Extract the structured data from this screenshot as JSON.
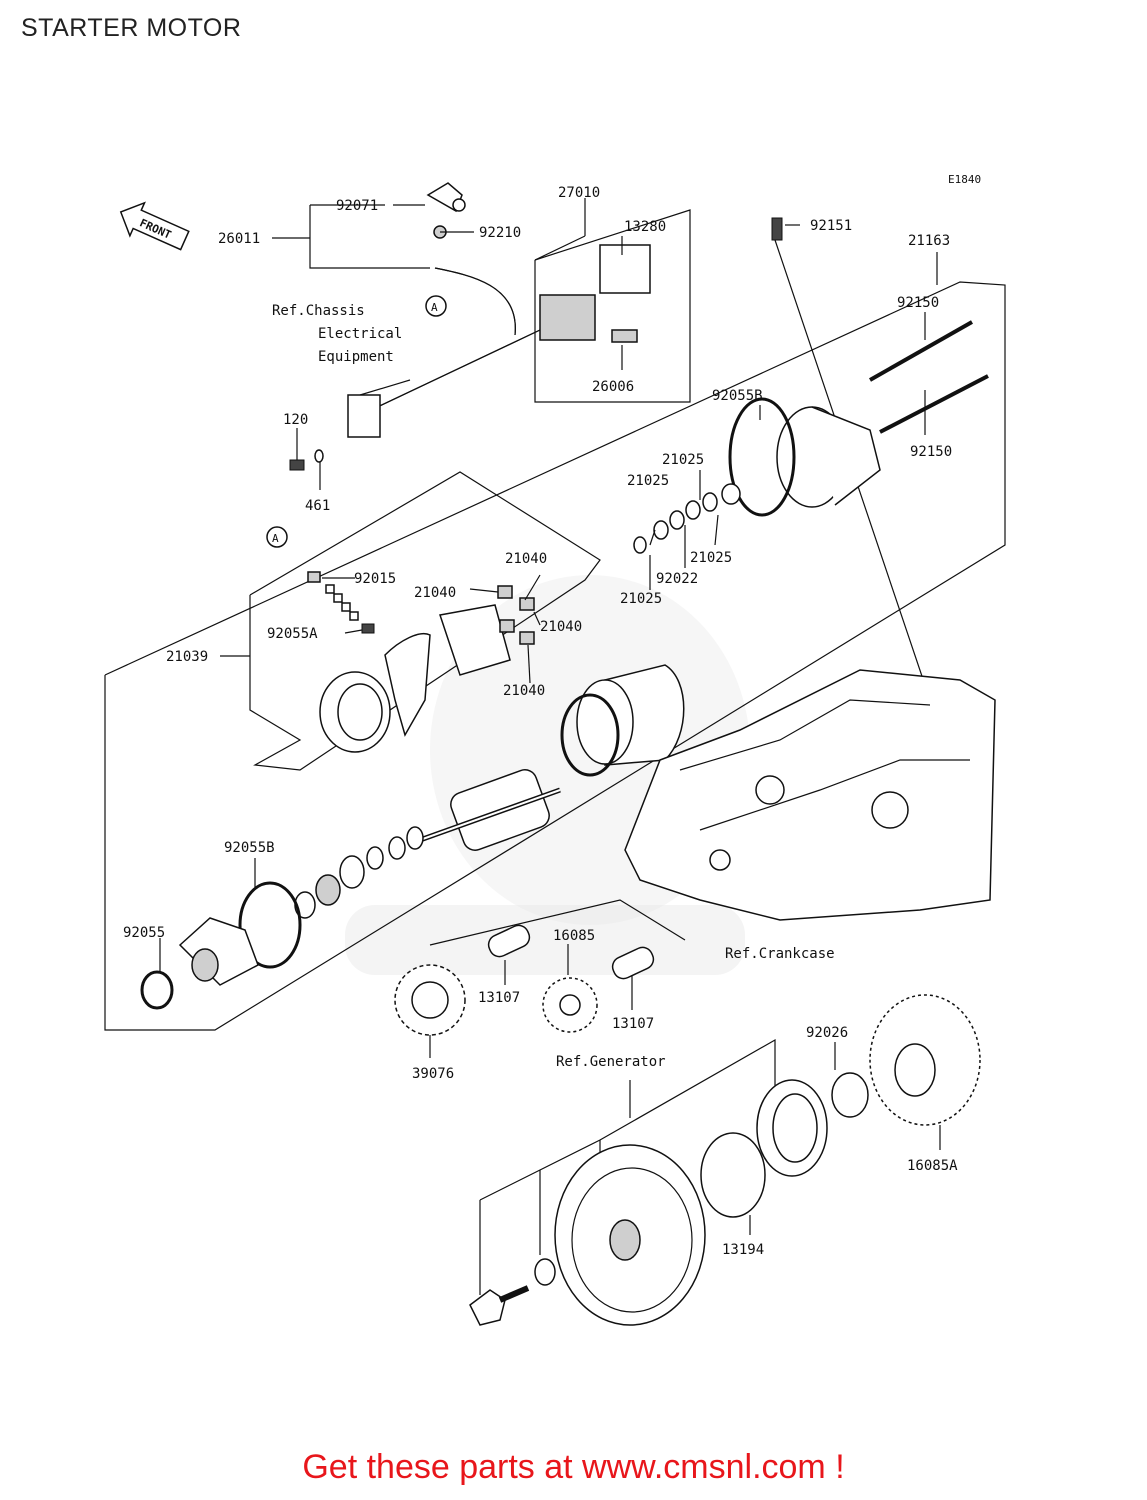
{
  "title": "STARTER MOTOR",
  "diagram_code": "E1840",
  "front_label": "FRONT",
  "callout_a": "A",
  "refs": {
    "chassis_line1": "Ref.Chassis",
    "chassis_line2": "Electrical",
    "chassis_line3": "Equipment",
    "crankcase": "Ref.Crankcase",
    "generator": "Ref.Generator"
  },
  "part_numbers": {
    "p92071": "92071",
    "p26011": "26011",
    "p92210": "92210",
    "p27010": "27010",
    "p13280": "13280",
    "p26006": "26006",
    "p120": "120",
    "p461": "461",
    "p92151": "92151",
    "p21163": "21163",
    "p92150a": "92150",
    "p92150b": "92150",
    "p92055b_top": "92055B",
    "p21025a": "21025",
    "p21025b": "21025",
    "p21025c": "21025",
    "p21025d": "21025",
    "p92022": "92022",
    "p21040a": "21040",
    "p21040b": "21040",
    "p21040c": "21040",
    "p21040d": "21040",
    "p92015": "92015",
    "p92055a": "92055A",
    "p21039": "21039",
    "p92055b_mid": "92055B",
    "p92055": "92055",
    "p16085": "16085",
    "p13107a": "13107",
    "p13107b": "13107",
    "p39076": "39076",
    "p92026": "92026",
    "p16085a": "16085A",
    "p13194": "13194"
  },
  "footer_text": "Get these parts at www.cmsnl.com !",
  "colors": {
    "footer": "#e8161b",
    "line": "#111111",
    "watermark": "#e6e6e6"
  }
}
